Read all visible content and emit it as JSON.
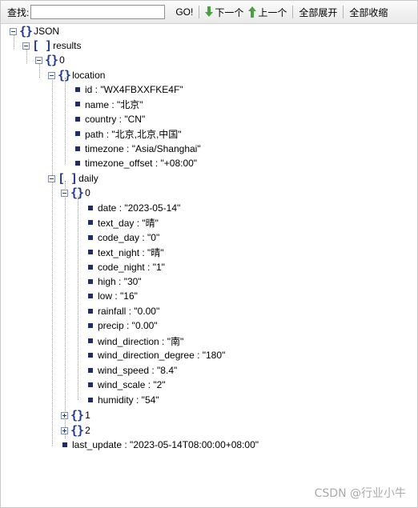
{
  "toolbar": {
    "search_label": "查找:",
    "search_value": "",
    "go_label": "GO!",
    "next_label": "下一个",
    "prev_label": "上一个",
    "expand_all_label": "全部展开",
    "collapse_all_label": "全部收缩",
    "icon_next": "arrow-down-icon",
    "icon_prev": "arrow-up-icon"
  },
  "tree": {
    "root": "JSON",
    "results": "results",
    "result_index": "0",
    "location": "location",
    "location_fields": [
      "id : \"WX4FBXXFKE4F\"",
      "name : \"北京\"",
      "country : \"CN\"",
      "path : \"北京,北京,中国\"",
      "timezone : \"Asia/Shanghai\"",
      "timezone_offset : \"+08:00\""
    ],
    "daily": "daily",
    "daily_index0": "0",
    "daily_fields": [
      "date : \"2023-05-14\"",
      "text_day : \"晴\"",
      "code_day : \"0\"",
      "text_night : \"晴\"",
      "code_night : \"1\"",
      "high : \"30\"",
      "low : \"16\"",
      "rainfall : \"0.00\"",
      "precip : \"0.00\"",
      "wind_direction : \"南\"",
      "wind_direction_degree : \"180\"",
      "wind_speed : \"8.4\"",
      "wind_scale : \"2\"",
      "humidity : \"54\""
    ],
    "daily_index1": "1",
    "daily_index2": "2",
    "last_update": "last_update : \"2023-05-14T08:00:00+08:00\""
  },
  "watermark": "CSDN @行业小牛",
  "colors": {
    "node_icon": "#1f3a93",
    "leaf_square": "#1f2d6e"
  }
}
